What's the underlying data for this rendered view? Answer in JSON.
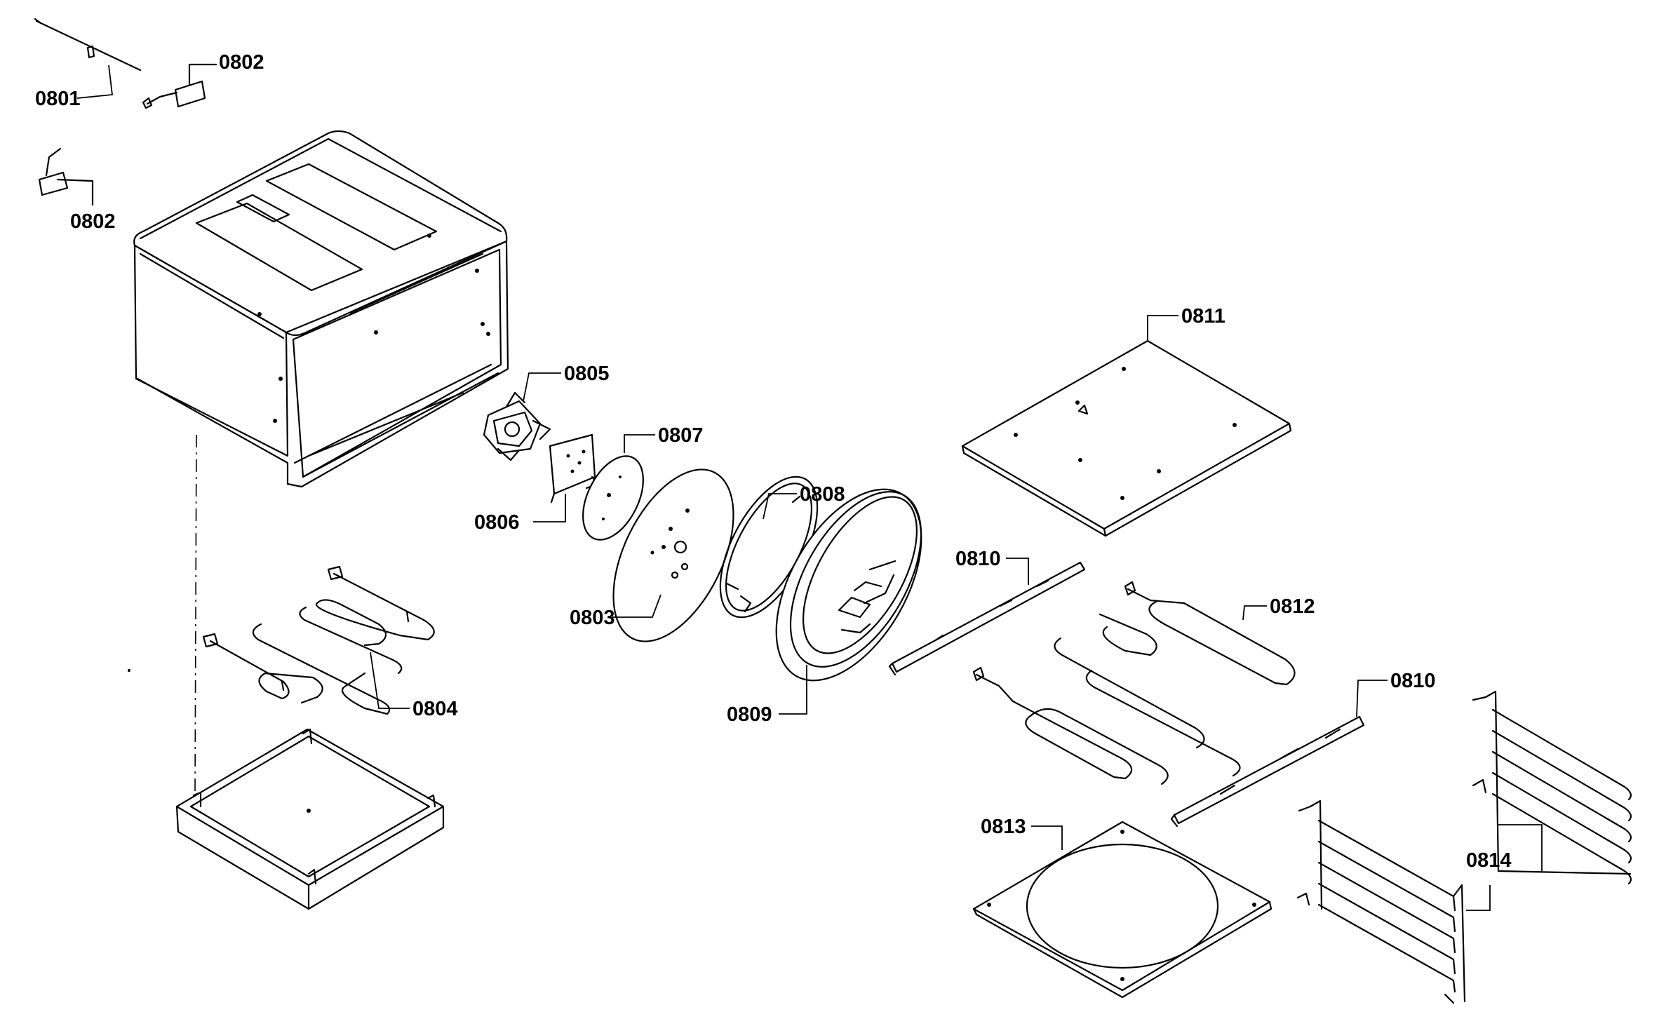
{
  "diagram": {
    "labels": {
      "p0801": "0801",
      "p0802a": "0802",
      "p0802b": "0802",
      "p0803": "0803",
      "p0804": "0804",
      "p0805": "0805",
      "p0806": "0806",
      "p0807": "0807",
      "p0808": "0808",
      "p0809": "0809",
      "p0810a": "0810",
      "p0810b": "0810",
      "p0811": "0811",
      "p0812": "0812",
      "p0813": "0813",
      "p0814": "0814"
    }
  }
}
